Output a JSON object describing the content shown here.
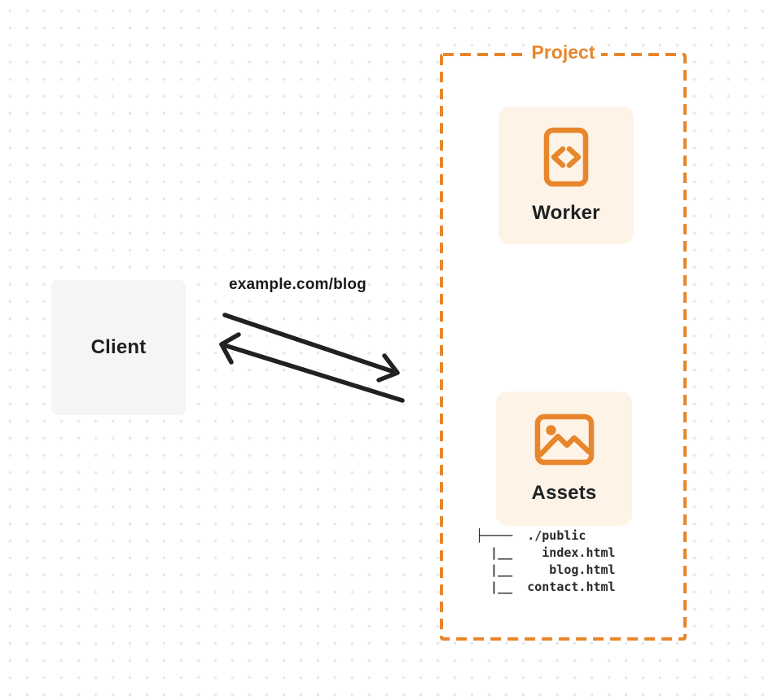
{
  "diagram": {
    "client": {
      "label": "Client"
    },
    "request": {
      "url_label": "example.com/blog"
    },
    "project": {
      "label": "Project",
      "worker": {
        "label": "Worker",
        "icon": "code-document-icon"
      },
      "assets": {
        "label": "Assets",
        "icon": "image-icon",
        "file_tree": "├────  ./public\n  |__    index.html\n  |__     blog.html\n  |__  contact.html"
      }
    },
    "colors": {
      "accent_orange": "#e8862b",
      "card_background": "#fdf3e7",
      "client_background": "#f5f5f6",
      "arrow_black": "#212121",
      "text_dark": "#1d1f21",
      "grid_dot": "#e8e8ea",
      "background": "#ffffff"
    }
  }
}
